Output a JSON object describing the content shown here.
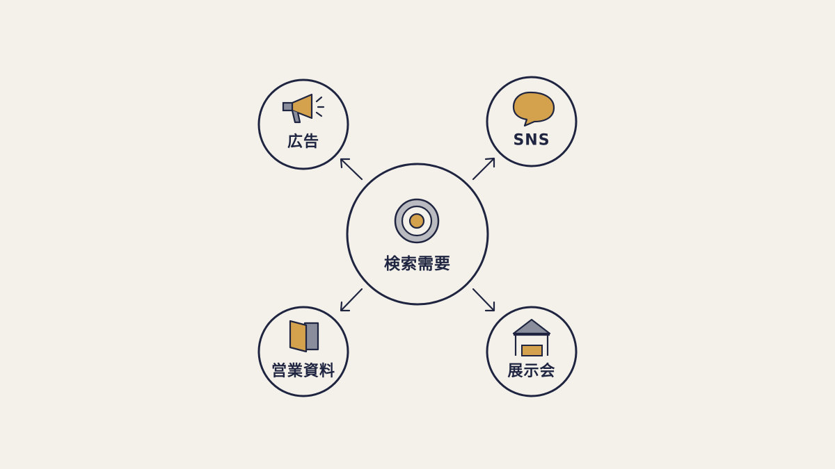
{
  "diagram": {
    "center": {
      "label": "検索需要",
      "icon": "signal-target-icon"
    },
    "nodes": [
      {
        "id": "ad",
        "label": "広告",
        "icon": "megaphone-icon"
      },
      {
        "id": "sns",
        "label": "SNS",
        "icon": "speech-bubble-icon"
      },
      {
        "id": "sales",
        "label": "営業資料",
        "icon": "folder-document-icon"
      },
      {
        "id": "expo",
        "label": "展示会",
        "icon": "exhibition-tent-icon"
      }
    ]
  },
  "colors": {
    "background": "#f3f1ea",
    "ink": "#1f2540",
    "accent": "#d4a24c",
    "gray": "#8a8e9c"
  }
}
